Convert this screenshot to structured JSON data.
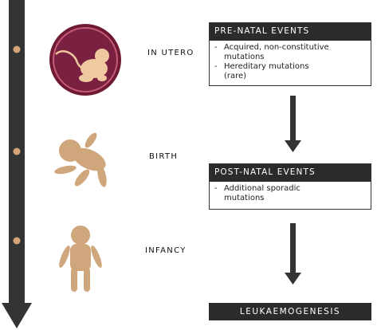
{
  "stages": [
    {
      "label": "IN UTERO"
    },
    {
      "label": "BIRTH"
    },
    {
      "label": "INFANCY"
    }
  ],
  "prenatal": {
    "title": "PRE-NATAL EVENTS",
    "items": [
      {
        "lines": [
          "Acquired, non-constitutive",
          "mutations"
        ]
      },
      {
        "lines": [
          "Hereditary mutations",
          "(rare)"
        ]
      }
    ]
  },
  "postnatal": {
    "title": "POST-NATAL EVENTS",
    "items": [
      {
        "lines": [
          "Additional sporadic",
          "mutations"
        ]
      }
    ]
  },
  "outcome": {
    "label": "LEUKAEMOGENESIS"
  },
  "colors": {
    "dark": "#2b2b2b",
    "uterus_ring": "#6e1a33",
    "uterus_fill": "#7a2040",
    "figure": "#d0a67c",
    "fetus": "#f0c9a0"
  }
}
